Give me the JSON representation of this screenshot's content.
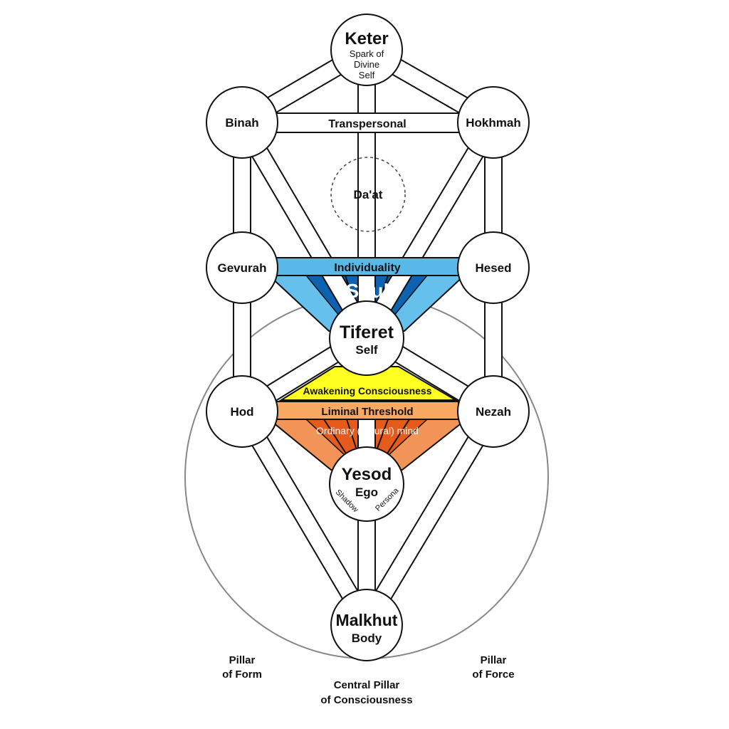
{
  "nodes": {
    "keter": {
      "title": "Keter",
      "sub1": "Spark of",
      "sub2": "Divine",
      "sub3": "Self"
    },
    "binah": {
      "title": "Binah"
    },
    "hokhmah": {
      "title": "Hokhmah"
    },
    "daat": {
      "title": "Da'at"
    },
    "gevurah": {
      "title": "Gevurah"
    },
    "hesed": {
      "title": "Hesed"
    },
    "tiferet": {
      "title": "Tiferet",
      "sub": "Self"
    },
    "hod": {
      "title": "Hod"
    },
    "nezah": {
      "title": "Nezah"
    },
    "yesod": {
      "title": "Yesod",
      "sub": "Ego",
      "arc_left": "Shadow",
      "arc_right": "Persona"
    },
    "malkhut": {
      "title": "Malkhut",
      "sub": "Body"
    }
  },
  "bands": {
    "transpersonal": "Transpersonal",
    "individuality": "Individuality",
    "soul": "Soul",
    "awakening": "Awakening Consciousness",
    "liminal": "Liminal Threshold",
    "ordinary": "Ordinary (natural) mind"
  },
  "pillars": {
    "form": {
      "line1": "Pillar",
      "line2": "of Form"
    },
    "central": {
      "line1": "Central Pillar",
      "line2": "of Consciousness"
    },
    "force": {
      "line1": "Pillar",
      "line2": "of Force"
    }
  },
  "colors": {
    "individuality": "#5ab8e8",
    "soul_dark": "#0d63b0",
    "soul_light": "#66c0ec",
    "awakening": "#ffff22",
    "liminal": "#f8a860",
    "ordinary_dark": "#e65a1c",
    "ordinary_light": "#f29458"
  }
}
